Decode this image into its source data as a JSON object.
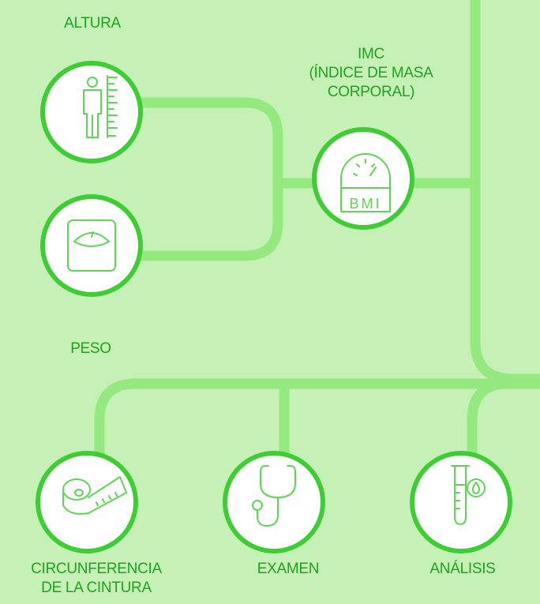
{
  "nodes": {
    "altura": {
      "label": "ALTURA",
      "icon": "height-ruler-person-icon"
    },
    "imc": {
      "label_lines": [
        "IMC",
        "(ÍNDICE DE MASA",
        "CORPORAL)"
      ],
      "icon": "bmi-gauge-icon",
      "icon_text": "BMI"
    },
    "peso": {
      "label": "PESO",
      "icon": "weight-scale-icon"
    },
    "cintura": {
      "label_lines": [
        "CIRCUNFERENCIA",
        "DE LA CINTURA"
      ],
      "icon": "measuring-tape-icon"
    },
    "examen": {
      "label": "EXAMEN",
      "icon": "stethoscope-icon"
    },
    "analisis": {
      "label": "ANÁLISIS",
      "icon": "blood-test-tube-icon"
    }
  },
  "colors": {
    "background": "#c5f1b6",
    "connector": "#94ea7e",
    "circle_stroke": "#3fcd35",
    "circle_fill": "#ffffff",
    "icon_stroke": "#5fd457",
    "label_text": "#1fa31f"
  }
}
